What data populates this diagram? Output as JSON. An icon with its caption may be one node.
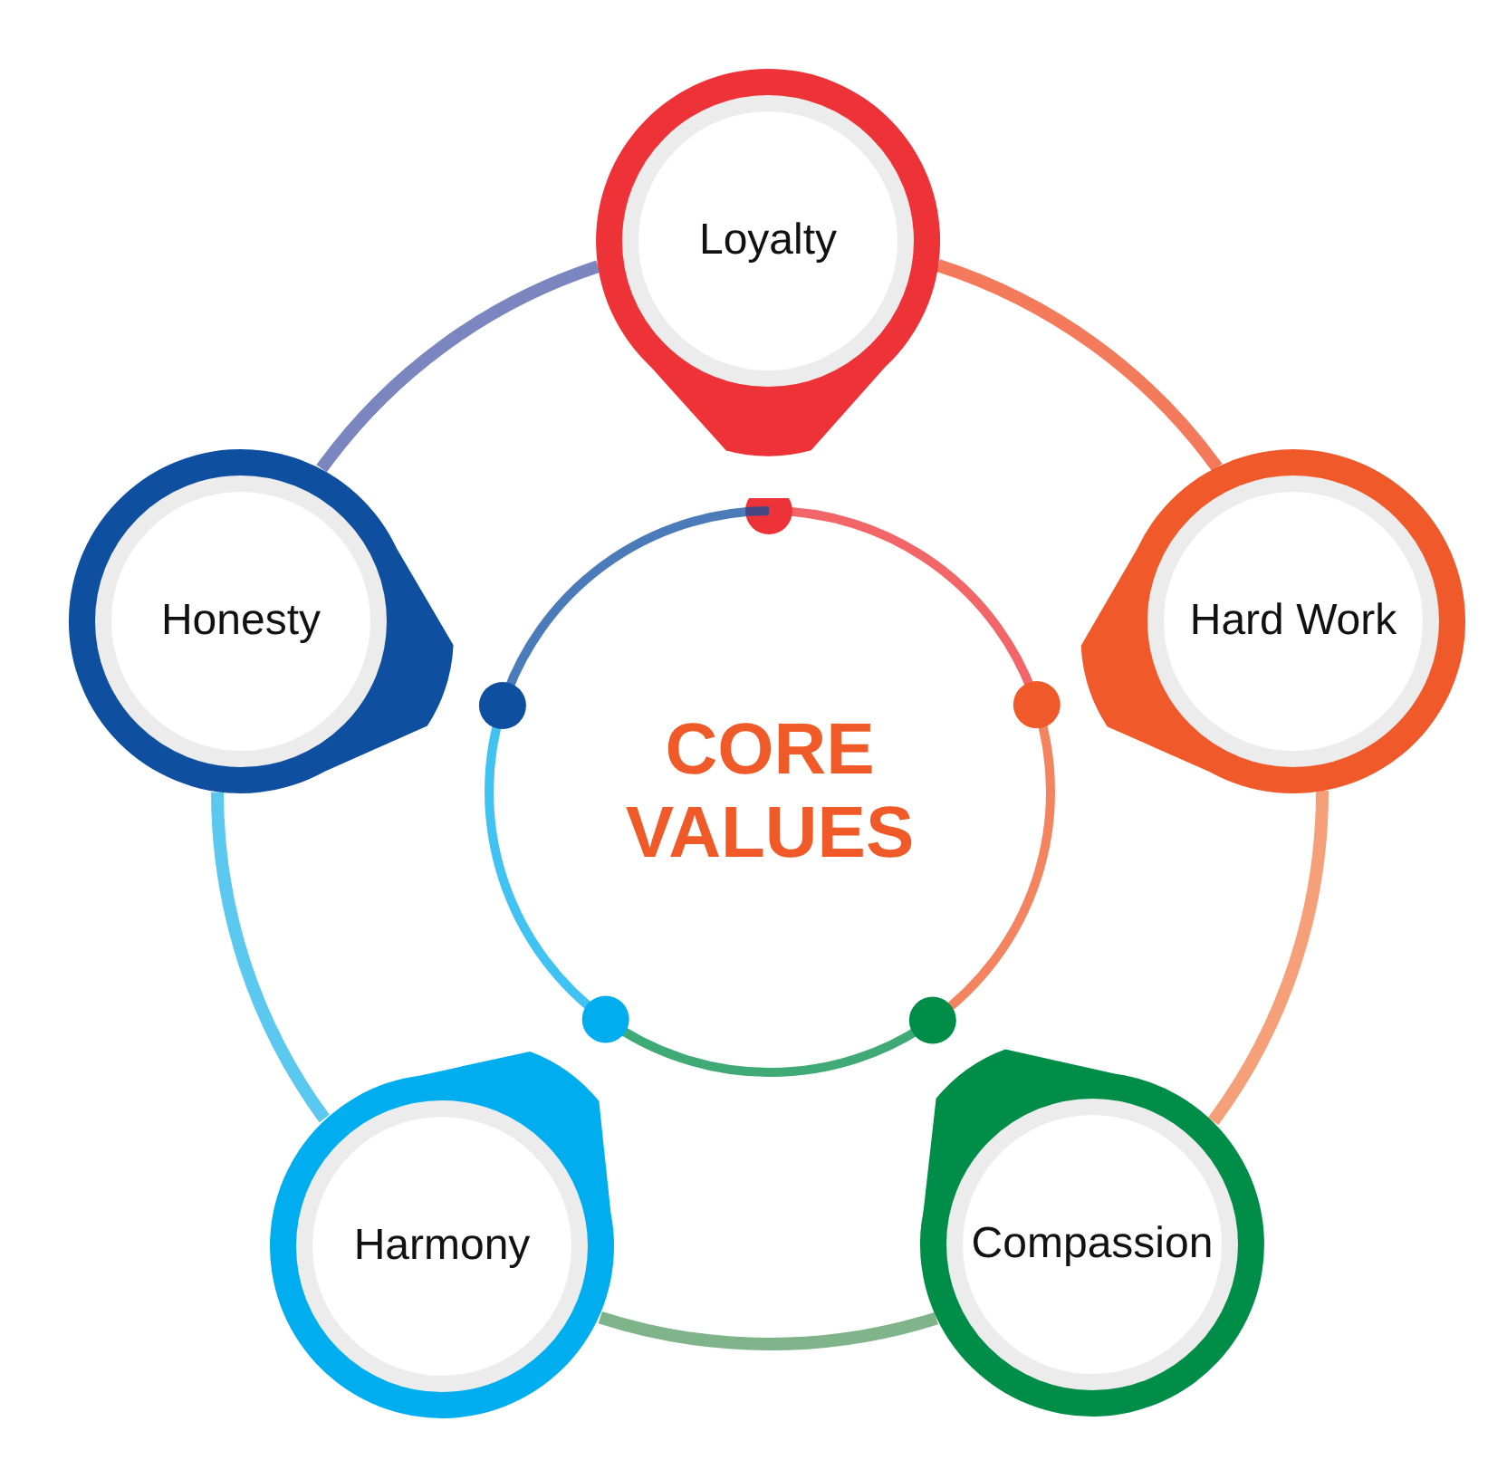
{
  "diagram": {
    "nodes": [
      {
        "text": [
          "Loyalty"
        ]
      },
      {
        "text": [
          "Honesty"
        ]
      },
      {
        "text": [
          "Hard Work"
        ]
      },
      {
        "text": [
          "CORE VALUES"
        ]
      },
      {
        "text": [
          "Harmony"
        ]
      },
      {
        "text": [
          "Compassion"
        ]
      }
    ],
    "edges": [
      {
        "from": 0,
        "to": 2,
        "arrow": "none",
        "color": "#f37a5a"
      },
      {
        "from": 2,
        "to": 5,
        "arrow": "none",
        "color": "#f5a079"
      },
      {
        "from": 5,
        "to": 4,
        "arrow": "none",
        "color": "#7fb38a"
      },
      {
        "from": 4,
        "to": 1,
        "arrow": "none",
        "color": "#5bc8f0"
      },
      {
        "from": 1,
        "to": 0,
        "arrow": "none",
        "color": "#7b86c0"
      }
    ]
  }
}
